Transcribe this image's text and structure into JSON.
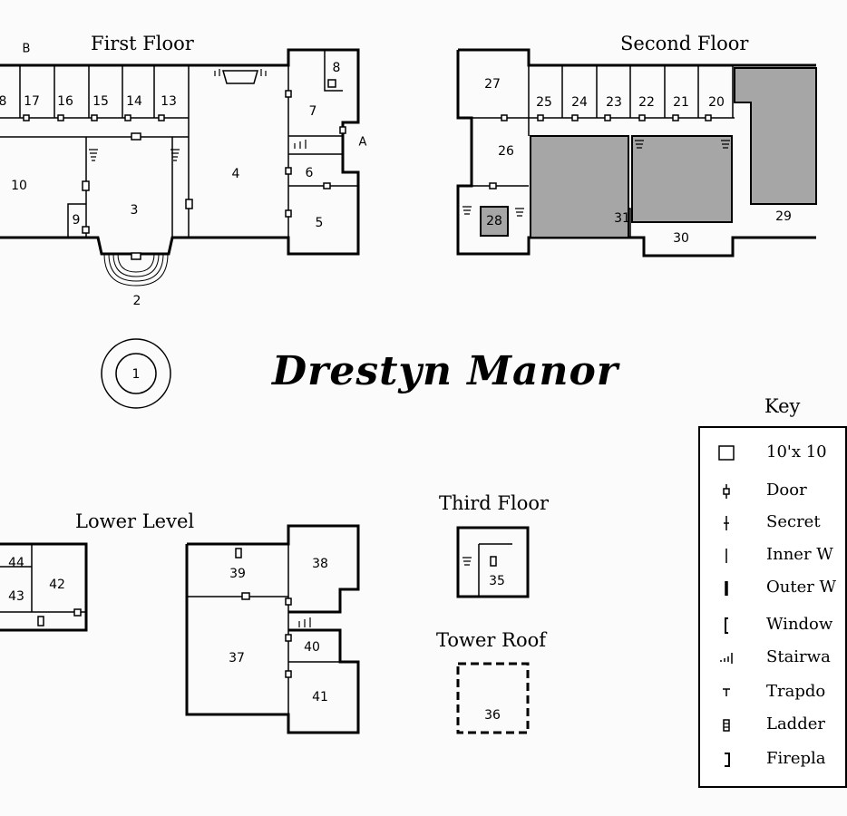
{
  "headings": {
    "first_floor": "First Floor",
    "second_floor": "Second Floor",
    "lower_level": "Lower Level",
    "third_floor": "Third Floor",
    "tower_roof": "Tower Roof"
  },
  "title": "Drestyn Manor",
  "rooms": {
    "r1": "1",
    "r2": "2",
    "r3": "3",
    "r4": "4",
    "r5": "5",
    "r6": "6",
    "r7": "7",
    "r8": "8",
    "r9": "9",
    "r10": "10",
    "r13": "13",
    "r14": "14",
    "r15": "15",
    "r16": "16",
    "r17": "17",
    "r18": "8",
    "r20": "20",
    "r21": "21",
    "r22": "22",
    "r23": "23",
    "r24": "24",
    "r25": "25",
    "r26": "26",
    "r27": "27",
    "r28": "28",
    "r29": "29",
    "r30": "30",
    "r31": "31",
    "r35": "35",
    "r36": "36",
    "r37": "37",
    "r38": "38",
    "r39": "39",
    "r40": "40",
    "r41": "41",
    "r42": "42",
    "r43": "43",
    "r44": "44"
  },
  "markers": {
    "a": "A",
    "b": "B"
  },
  "key": {
    "title": "Key",
    "items": [
      {
        "icon": "square-icon",
        "label": "10'x 10"
      },
      {
        "icon": "door-icon",
        "label": "Door"
      },
      {
        "icon": "secret-door-icon",
        "label": "Secret"
      },
      {
        "icon": "inner-wall-icon",
        "label": "Inner W"
      },
      {
        "icon": "outer-wall-icon",
        "label": "Outer W"
      },
      {
        "icon": "window-icon",
        "label": "Window"
      },
      {
        "icon": "stairway-icon",
        "label": "Stairwa"
      },
      {
        "icon": "trapdoor-icon",
        "label": "Trapdo"
      },
      {
        "icon": "ladder-icon",
        "label": "Ladder"
      },
      {
        "icon": "fireplace-icon",
        "label": "Firepla"
      }
    ]
  },
  "colors": {
    "wall": "#000000",
    "shaded": "#a6a6a6",
    "background": "#fbfbfb"
  }
}
